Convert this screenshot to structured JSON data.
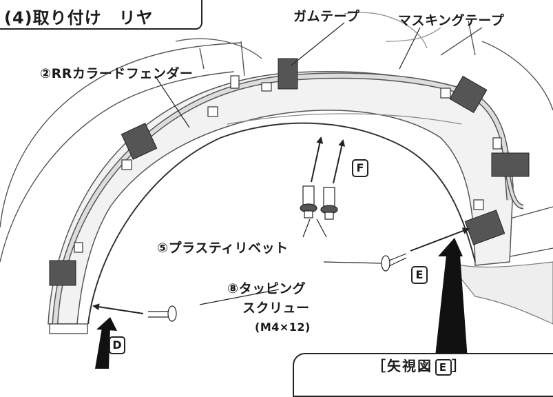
{
  "title": "(4)取り付け　リヤ",
  "labels": {
    "gum_tape": "ガムテープ",
    "masking_tape": "マスキングテープ",
    "fender": "②RRカラードフェンダー",
    "rivet": "⑤プラスティリベット",
    "screw_line1": "⑧タッピング",
    "screw_line2": "スクリュー",
    "screw_size": "(M4×12)"
  },
  "markers": {
    "f": "F",
    "e": "E",
    "d": "D"
  },
  "detail": {
    "prefix": "［矢視図",
    "letter": "E",
    "suffix": "］"
  }
}
